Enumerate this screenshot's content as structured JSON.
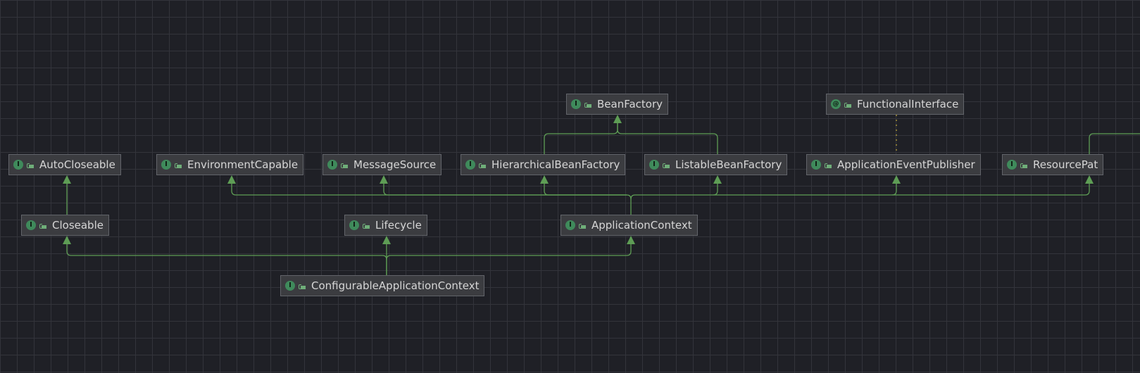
{
  "colors": {
    "background": "#1f2026",
    "grid": "#33343b",
    "node_fill": "#3b3c40",
    "node_border": "#62646a",
    "text": "#d6d6d6",
    "extends_edge": "#5e9d55",
    "annotation_edge": "#b8a13a",
    "interface_icon": "#3f8a5b"
  },
  "nodes": [
    {
      "id": "BeanFactory",
      "label": "BeanFactory",
      "icon": "interface-icon"
    },
    {
      "id": "FunctionalInterface",
      "label": "FunctionalInterface",
      "icon": "annotation-icon"
    },
    {
      "id": "AutoCloseable",
      "label": "AutoCloseable",
      "icon": "interface-icon"
    },
    {
      "id": "EnvironmentCapable",
      "label": "EnvironmentCapable",
      "icon": "interface-icon"
    },
    {
      "id": "MessageSource",
      "label": "MessageSource",
      "icon": "interface-icon"
    },
    {
      "id": "HierarchicalBeanFactory",
      "label": "HierarchicalBeanFactory",
      "icon": "interface-icon"
    },
    {
      "id": "ListableBeanFactory",
      "label": "ListableBeanFactory",
      "icon": "interface-icon"
    },
    {
      "id": "ApplicationEventPublisher",
      "label": "ApplicationEventPublisher",
      "icon": "interface-icon"
    },
    {
      "id": "ResourcePatternResolver",
      "label": "ResourcePat",
      "icon": "interface-icon"
    },
    {
      "id": "Closeable",
      "label": "Closeable",
      "icon": "interface-icon"
    },
    {
      "id": "Lifecycle",
      "label": "Lifecycle",
      "icon": "interface-icon"
    },
    {
      "id": "ApplicationContext",
      "label": "ApplicationContext",
      "icon": "interface-icon"
    },
    {
      "id": "ConfigurableApplicationContext",
      "label": "ConfigurableApplicationContext",
      "icon": "interface-icon"
    }
  ],
  "edges": [
    {
      "from": "HierarchicalBeanFactory",
      "to": "BeanFactory",
      "kind": "extends"
    },
    {
      "from": "ListableBeanFactory",
      "to": "BeanFactory",
      "kind": "extends"
    },
    {
      "from": "ApplicationEventPublisher",
      "to": "FunctionalInterface",
      "kind": "annotated"
    },
    {
      "from": "Closeable",
      "to": "AutoCloseable",
      "kind": "extends"
    },
    {
      "from": "ApplicationContext",
      "to": "EnvironmentCapable",
      "kind": "extends"
    },
    {
      "from": "ApplicationContext",
      "to": "MessageSource",
      "kind": "extends"
    },
    {
      "from": "ApplicationContext",
      "to": "HierarchicalBeanFactory",
      "kind": "extends"
    },
    {
      "from": "ApplicationContext",
      "to": "ListableBeanFactory",
      "kind": "extends"
    },
    {
      "from": "ApplicationContext",
      "to": "ApplicationEventPublisher",
      "kind": "extends"
    },
    {
      "from": "ApplicationContext",
      "to": "ResourcePatternResolver",
      "kind": "extends"
    },
    {
      "from": "ConfigurableApplicationContext",
      "to": "Closeable",
      "kind": "extends"
    },
    {
      "from": "ConfigurableApplicationContext",
      "to": "Lifecycle",
      "kind": "extends"
    },
    {
      "from": "ConfigurableApplicationContext",
      "to": "ApplicationContext",
      "kind": "extends"
    }
  ]
}
